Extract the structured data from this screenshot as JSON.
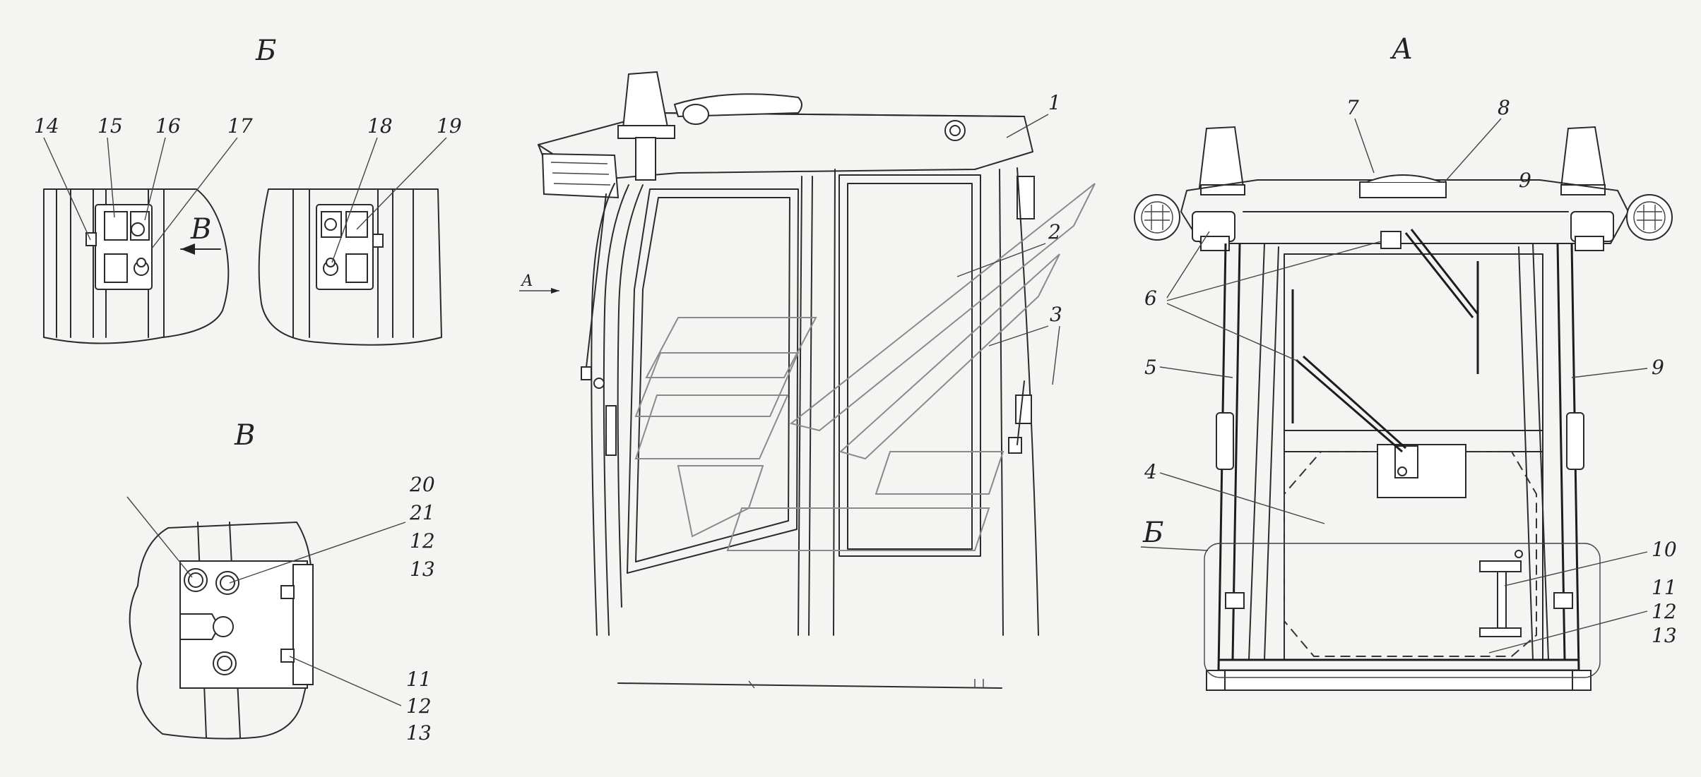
{
  "views": {
    "view_b_title": "Б",
    "view_v_title": "В",
    "view_a_title": "А",
    "view_a_arrow": "А",
    "view_b_frame_label": "Б",
    "view_v_arrow": "В"
  },
  "labels": {
    "n1": "1",
    "n2": "2",
    "n3": "3",
    "n4": "4",
    "n5": "5",
    "n6": "6",
    "n7": "7",
    "n8": "8",
    "n9a": "9",
    "n9b": "9",
    "n10": "10",
    "n11a": "11",
    "n12a": "12",
    "n13a": "13",
    "n14": "14",
    "n15": "15",
    "n16": "16",
    "n17": "17",
    "n18": "18",
    "n19": "19",
    "n20": "20",
    "n21": "21",
    "n12b": "12",
    "n13b": "13",
    "n11b": "11",
    "n12c": "12",
    "n13c": "13"
  }
}
